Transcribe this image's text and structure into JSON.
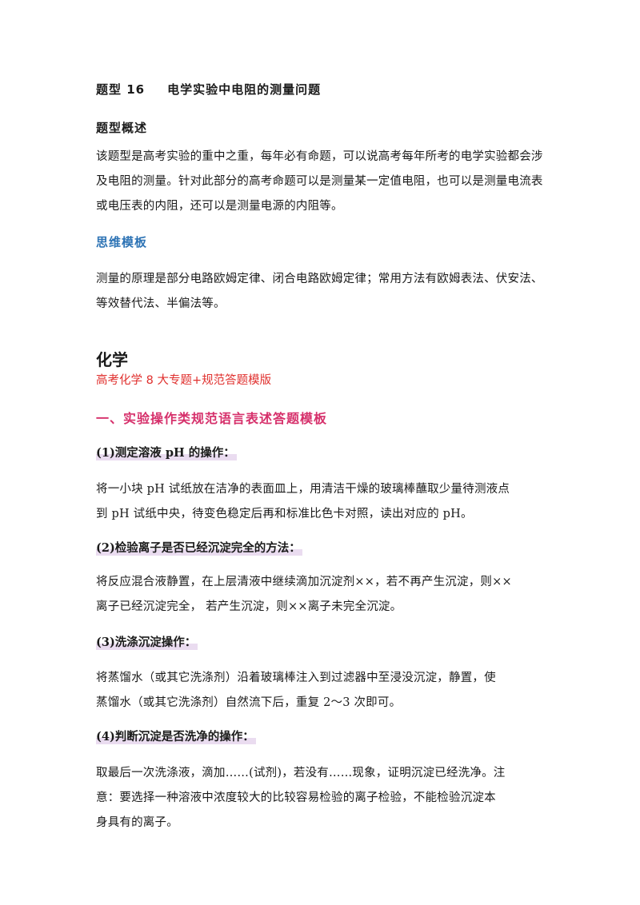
{
  "title": {
    "label": "题型 16",
    "text": "电学实验中电阻的测量问题"
  },
  "overview": {
    "heading": "题型概述",
    "lines": [
      "该题型是高考实验的重中之重，每年必有命题，可以说高考每年所考的电学实验都会涉",
      "及电阻的测量。针对此部分的高考命题可以是测量某一定值电阻，也可以是测量电流表",
      "或电压表的内阻，还可以是测量电源的内阻等。"
    ]
  },
  "template": {
    "heading": "思维模板",
    "lines": [
      "测量的原理是部分电路欧姆定律、闭合电路欧姆定律；常用方法有欧姆表法、伏安法、",
      "等效替代法、半偏法等。"
    ]
  },
  "chemistry": {
    "heading": "化学",
    "subtitle": "高考化学 8 大专题+规范答题模版",
    "section": "一、实验操作类规范语言表述答题模板"
  },
  "items": [
    {
      "title": "(1)测定溶液 pH 的操作：",
      "lines": [
        "将一小块 pH 试纸放在洁净的表面皿上，用清洁干燥的玻璃棒蘸取少量待测液点",
        "到 pH 试纸中央，待变色稳定后再和标准比色卡对照，读出对应的 pH。"
      ]
    },
    {
      "title": "(2)检验离子是否已经沉淀完全的方法：",
      "lines": [
        "将反应混合液静置，在上层清液中继续滴加沉淀剂××，若不再产生沉淀，则××",
        "离子已经沉淀完全，  若产生沉淀，则××离子未完全沉淀。"
      ]
    },
    {
      "title": "(3)洗涤沉淀操作：",
      "lines": [
        "将蒸馏水（或其它洗涤剂）沿着玻璃棒注入到过滤器中至浸没沉淀，静置，使",
        "蒸馏水（或其它洗涤剂）自然流下后，重复 2～3 次即可。"
      ]
    },
    {
      "title": "(4)判断沉淀是否洗净的操作：",
      "lines": [
        "取最后一次洗涤液，滴加……(试剂)，若没有……现象，证明沉淀已经洗净。注",
        "意：要选择一种溶液中浓度较大的比较容易检验的离子检验，不能检验沉淀本",
        "身具有的离子。"
      ]
    }
  ],
  "colors": {
    "blue_heading": "#2e74b5",
    "red_subtitle": "#e0302e",
    "pink_section": "#d6306b",
    "highlight": "#eadcf0"
  }
}
